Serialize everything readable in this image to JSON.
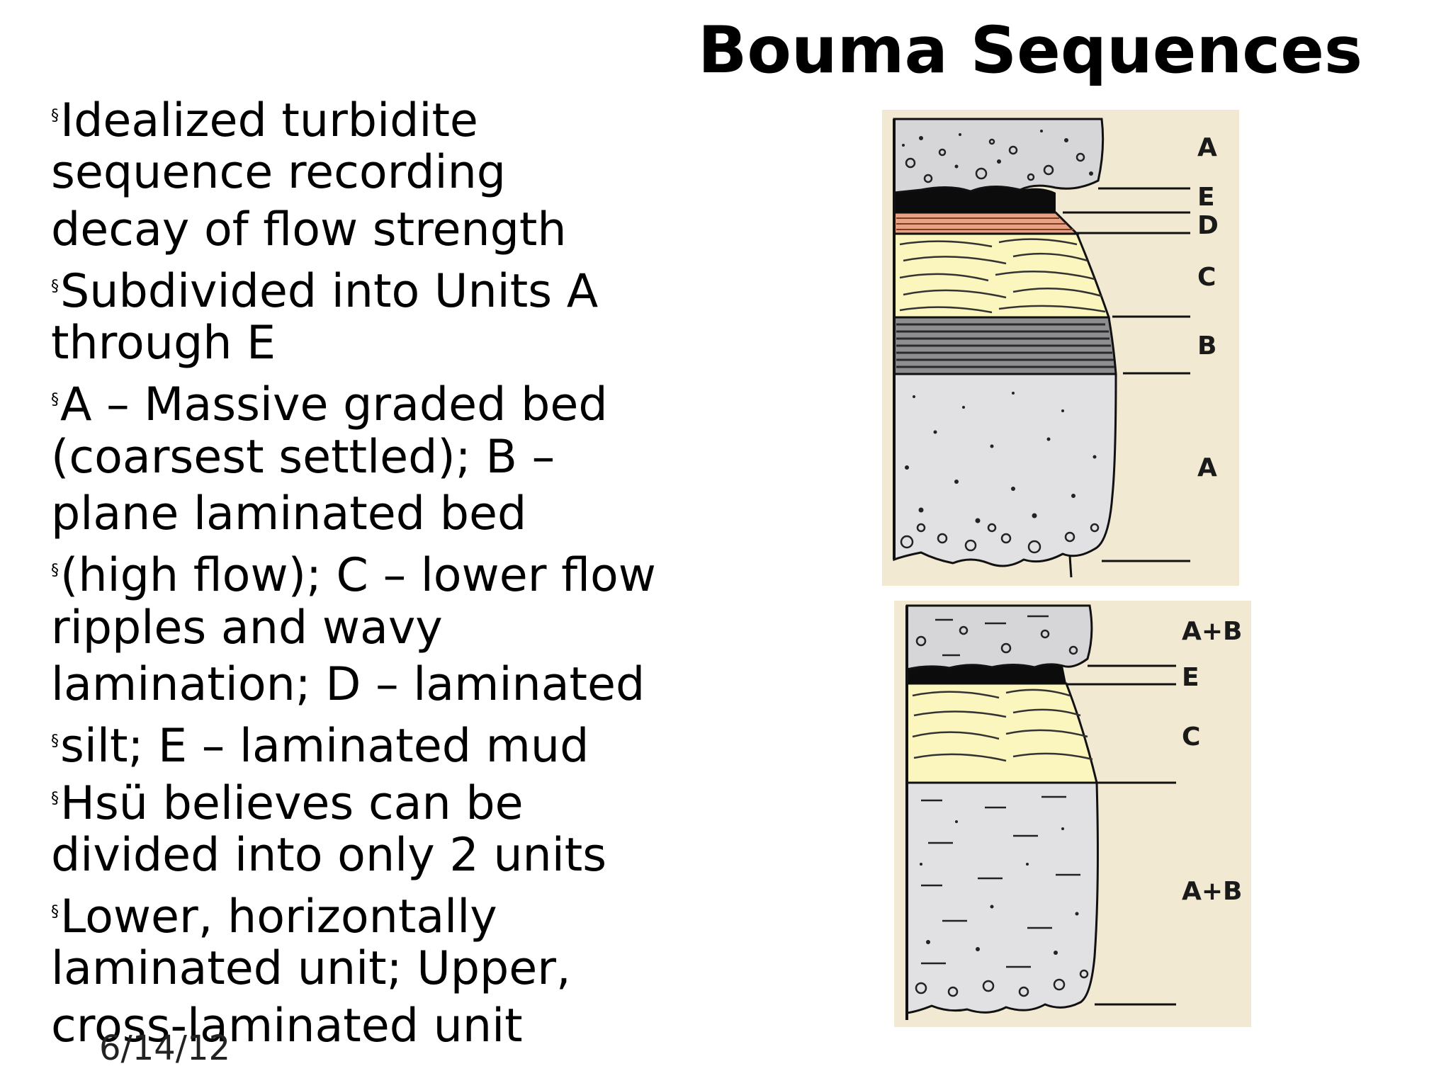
{
  "slide": {
    "title": "Bouma Sequences",
    "date": "6/14/12"
  },
  "bullets": [
    {
      "bullet": "§",
      "lines": [
        "Idealized turbidite",
        "sequence recording",
        "decay of flow strength"
      ]
    },
    {
      "bullet": "§",
      "lines": [
        "Subdivided into Units A",
        "through E"
      ]
    },
    {
      "bullet": "§",
      "lines": [
        "A – Massive graded bed",
        "(coarsest settled); B –",
        "plane laminated bed"
      ]
    },
    {
      "bullet": "§",
      "lines": [
        "(high flow); C – lower flow",
        "ripples and wavy",
        "lamination; D – laminated"
      ]
    },
    {
      "bullet": "§",
      "lines": [
        "silt; E – laminated mud"
      ]
    },
    {
      "bullet": "§",
      "lines": [
        "Hsü believes can be",
        "divided into only 2 units"
      ]
    },
    {
      "bullet": "§",
      "lines": [
        "Lower, horizontally",
        "laminated unit; Upper,",
        "cross-laminated unit"
      ]
    }
  ],
  "figure_top": {
    "labels": [
      "A",
      "E",
      "D",
      "C",
      "B",
      "A"
    ]
  },
  "figure_bottom": {
    "labels": [
      "A+B",
      "E",
      "C",
      "A+B"
    ]
  },
  "colors": {
    "figure_background": "#f1e9d2",
    "gravel": "#d6d6d9",
    "mud": "#0c0c0c",
    "silt": "#e9a184",
    "ripples": "#fbf6bd",
    "laminated": "#8e8e90",
    "massive": "#e1e1e4"
  }
}
